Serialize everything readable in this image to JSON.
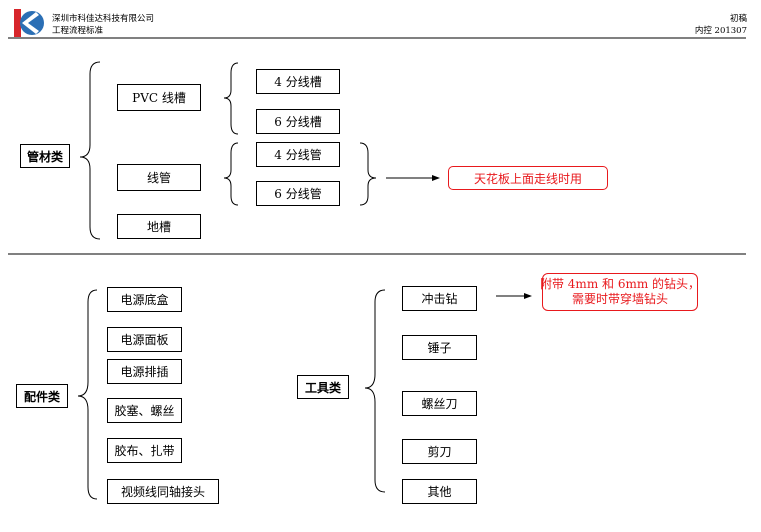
{
  "header": {
    "company": "深圳市科佳达科技有限公司",
    "subtitle": "工程流程标准",
    "status": "初稿",
    "doc_code": "内控 201307"
  },
  "conduit": {
    "category": "管材类",
    "items": [
      "PVC 线槽",
      "线管",
      "地槽"
    ],
    "pvc_sizes": [
      "4 分线槽",
      "6 分线槽"
    ],
    "pipe_sizes": [
      "4 分线管",
      "6 分线管"
    ],
    "pipe_note": "天花板上面走线时用"
  },
  "accessories": {
    "category": "配件类",
    "items": [
      "电源底盒",
      "电源面板",
      "电源排插",
      "胶塞、螺丝",
      "胶布、扎带",
      "视频线同轴接头"
    ]
  },
  "tools": {
    "category": "工具类",
    "items": [
      "冲击钻",
      "锤子",
      "螺丝刀",
      "剪刀",
      "其他"
    ],
    "drill_note": [
      "附带 4mm 和 6mm 的钻头，",
      "需要时带穿墙钻头"
    ]
  },
  "colors": {
    "accent_red": "#e8191d",
    "logo_red": "#d7262b",
    "logo_blue": "#2b6fb5"
  }
}
